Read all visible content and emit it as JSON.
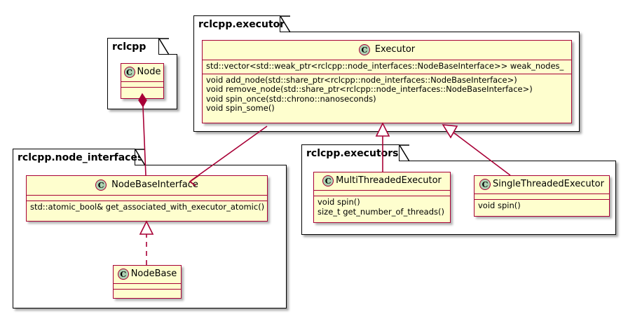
{
  "diagram": {
    "kind": "uml-class-diagram",
    "background": "#FFFFFF",
    "border_color": "#A80036",
    "class_fill": "#FEFECE",
    "icon_fill": "#ADD1B2",
    "package_fill": "#FFFFFF"
  },
  "packages": [
    {
      "id": "rclcpp",
      "label": "rclcpp"
    },
    {
      "id": "executor",
      "label": "rclcpp.executor"
    },
    {
      "id": "node_interfaces",
      "label": "rclcpp.node_interfaces"
    },
    {
      "id": "executors",
      "label": "rclcpp.executors"
    }
  ],
  "classes": {
    "node": {
      "stereotype": "C",
      "name": "Node",
      "attributes": [],
      "operations": []
    },
    "executor": {
      "stereotype": "C",
      "name": "Executor",
      "attributes": [
        "std::vector<std::weak_ptr<rclcpp::node_interfaces::NodeBaseInterface>> weak_nodes_"
      ],
      "operations": [
        "void add_node(std::share_ptr<rclcpp::node_interfaces::NodeBaseInterface>)",
        "void remove_node(std::share_ptr<rclcpp::node_interfaces::NodeBaseInterface>)",
        "void spin_once(std::chrono::nanoseconds)",
        "void spin_some()"
      ]
    },
    "node_base_interface": {
      "stereotype": "C",
      "name": "NodeBaseInterface",
      "attributes": [],
      "operations": [
        "std::atomic_bool& get_associated_with_executor_atomic()"
      ]
    },
    "node_base": {
      "stereotype": "C",
      "name": "NodeBase",
      "attributes": [],
      "operations": []
    },
    "multi_threaded_executor": {
      "stereotype": "C",
      "name": "MultiThreadedExecutor",
      "attributes": [],
      "operations": [
        "void spin()",
        "size_t get_number_of_threads()"
      ]
    },
    "single_threaded_executor": {
      "stereotype": "C",
      "name": "SingleThreadedExecutor",
      "attributes": [],
      "operations": [
        "void spin()"
      ]
    }
  },
  "relationships": [
    {
      "id": "node-composes-nodebaseinterface",
      "from": "Node",
      "to": "NodeBaseInterface",
      "type": "composition"
    },
    {
      "id": "executor-associates-nodebaseinterface",
      "from": "Executor",
      "to": "NodeBaseInterface",
      "type": "association"
    },
    {
      "id": "nodebase-realizes-nodebaseinterface",
      "from": "NodeBase",
      "to": "NodeBaseInterface",
      "type": "realization"
    },
    {
      "id": "multithreadedexecutor-extends-executor",
      "from": "MultiThreadedExecutor",
      "to": "Executor",
      "type": "inheritance"
    },
    {
      "id": "singlethreadedexecutor-extends-executor",
      "from": "SingleThreadedExecutor",
      "to": "Executor",
      "type": "inheritance"
    }
  ]
}
